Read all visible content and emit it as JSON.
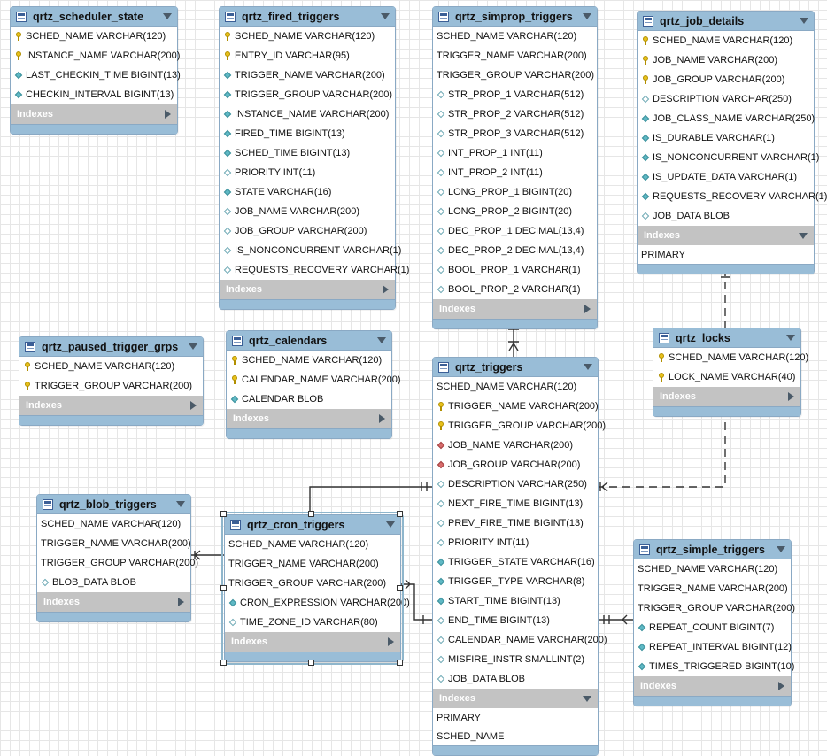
{
  "diagram": {
    "tables": [
      {
        "id": "scheduler_state",
        "name": "qrtz_scheduler_state",
        "columns": [
          {
            "icon": "key",
            "text": "SCHED_NAME VARCHAR(120)"
          },
          {
            "icon": "key",
            "text": "INSTANCE_NAME VARCHAR(200)"
          },
          {
            "icon": "dia",
            "text": "LAST_CHECKIN_TIME BIGINT(13)"
          },
          {
            "icon": "dia",
            "text": "CHECKIN_INTERVAL BIGINT(13)"
          }
        ],
        "indexes_label": "Indexes",
        "index_arrow": "right",
        "index_items": []
      },
      {
        "id": "fired_triggers",
        "name": "qrtz_fired_triggers",
        "columns": [
          {
            "icon": "key",
            "text": "SCHED_NAME VARCHAR(120)"
          },
          {
            "icon": "key",
            "text": "ENTRY_ID VARCHAR(95)"
          },
          {
            "icon": "dia",
            "text": "TRIGGER_NAME VARCHAR(200)"
          },
          {
            "icon": "dia",
            "text": "TRIGGER_GROUP VARCHAR(200)"
          },
          {
            "icon": "dia",
            "text": "INSTANCE_NAME VARCHAR(200)"
          },
          {
            "icon": "dia",
            "text": "FIRED_TIME BIGINT(13)"
          },
          {
            "icon": "dia",
            "text": "SCHED_TIME BIGINT(13)"
          },
          {
            "icon": "hdia",
            "text": "PRIORITY INT(11)"
          },
          {
            "icon": "dia",
            "text": "STATE VARCHAR(16)"
          },
          {
            "icon": "hdia",
            "text": "JOB_NAME VARCHAR(200)"
          },
          {
            "icon": "hdia",
            "text": "JOB_GROUP VARCHAR(200)"
          },
          {
            "icon": "hdia",
            "text": "IS_NONCONCURRENT VARCHAR(1)"
          },
          {
            "icon": "hdia",
            "text": "REQUESTS_RECOVERY VARCHAR(1)"
          }
        ],
        "indexes_label": "Indexes",
        "index_arrow": "right",
        "index_items": []
      },
      {
        "id": "simprop_triggers",
        "name": "qrtz_simprop_triggers",
        "columns": [
          {
            "icon": "none",
            "text": "SCHED_NAME VARCHAR(120)"
          },
          {
            "icon": "none",
            "text": "TRIGGER_NAME VARCHAR(200)"
          },
          {
            "icon": "none",
            "text": "TRIGGER_GROUP VARCHAR(200)"
          },
          {
            "icon": "hdia",
            "text": "STR_PROP_1 VARCHAR(512)"
          },
          {
            "icon": "hdia",
            "text": "STR_PROP_2 VARCHAR(512)"
          },
          {
            "icon": "hdia",
            "text": "STR_PROP_3 VARCHAR(512)"
          },
          {
            "icon": "hdia",
            "text": "INT_PROP_1 INT(11)"
          },
          {
            "icon": "hdia",
            "text": "INT_PROP_2 INT(11)"
          },
          {
            "icon": "hdia",
            "text": "LONG_PROP_1 BIGINT(20)"
          },
          {
            "icon": "hdia",
            "text": "LONG_PROP_2 BIGINT(20)"
          },
          {
            "icon": "hdia",
            "text": "DEC_PROP_1 DECIMAL(13,4)"
          },
          {
            "icon": "hdia",
            "text": "DEC_PROP_2 DECIMAL(13,4)"
          },
          {
            "icon": "hdia",
            "text": "BOOL_PROP_1 VARCHAR(1)"
          },
          {
            "icon": "hdia",
            "text": "BOOL_PROP_2 VARCHAR(1)"
          }
        ],
        "indexes_label": "Indexes",
        "index_arrow": "right",
        "index_items": []
      },
      {
        "id": "job_details",
        "name": "qrtz_job_details",
        "columns": [
          {
            "icon": "key",
            "text": "SCHED_NAME VARCHAR(120)"
          },
          {
            "icon": "key",
            "text": "JOB_NAME VARCHAR(200)"
          },
          {
            "icon": "key",
            "text": "JOB_GROUP VARCHAR(200)"
          },
          {
            "icon": "hdia",
            "text": "DESCRIPTION VARCHAR(250)"
          },
          {
            "icon": "dia",
            "text": "JOB_CLASS_NAME VARCHAR(250)"
          },
          {
            "icon": "dia",
            "text": "IS_DURABLE VARCHAR(1)"
          },
          {
            "icon": "dia",
            "text": "IS_NONCONCURRENT VARCHAR(1)"
          },
          {
            "icon": "dia",
            "text": "IS_UPDATE_DATA VARCHAR(1)"
          },
          {
            "icon": "dia",
            "text": "REQUESTS_RECOVERY VARCHAR(1)"
          },
          {
            "icon": "hdia",
            "text": "JOB_DATA BLOB"
          }
        ],
        "indexes_label": "Indexes",
        "index_arrow": "down",
        "index_items": [
          "PRIMARY"
        ]
      },
      {
        "id": "paused_trigger_grps",
        "name": "qrtz_paused_trigger_grps",
        "columns": [
          {
            "icon": "key",
            "text": "SCHED_NAME VARCHAR(120)"
          },
          {
            "icon": "key",
            "text": "TRIGGER_GROUP VARCHAR(200)"
          }
        ],
        "indexes_label": "Indexes",
        "index_arrow": "right",
        "index_items": []
      },
      {
        "id": "calendars",
        "name": "qrtz_calendars",
        "columns": [
          {
            "icon": "key",
            "text": "SCHED_NAME VARCHAR(120)"
          },
          {
            "icon": "key",
            "text": "CALENDAR_NAME VARCHAR(200)"
          },
          {
            "icon": "dia",
            "text": "CALENDAR BLOB"
          }
        ],
        "indexes_label": "Indexes",
        "index_arrow": "right",
        "index_items": []
      },
      {
        "id": "locks",
        "name": "qrtz_locks",
        "columns": [
          {
            "icon": "key",
            "text": "SCHED_NAME VARCHAR(120)"
          },
          {
            "icon": "key",
            "text": "LOCK_NAME VARCHAR(40)"
          }
        ],
        "indexes_label": "Indexes",
        "index_arrow": "right",
        "index_items": []
      },
      {
        "id": "triggers",
        "name": "qrtz_triggers",
        "columns": [
          {
            "icon": "none",
            "text": "SCHED_NAME VARCHAR(120)"
          },
          {
            "icon": "key",
            "text": "TRIGGER_NAME VARCHAR(200)"
          },
          {
            "icon": "key",
            "text": "TRIGGER_GROUP VARCHAR(200)"
          },
          {
            "icon": "rdia",
            "text": "JOB_NAME VARCHAR(200)"
          },
          {
            "icon": "rdia",
            "text": "JOB_GROUP VARCHAR(200)"
          },
          {
            "icon": "hdia",
            "text": "DESCRIPTION VARCHAR(250)"
          },
          {
            "icon": "hdia",
            "text": "NEXT_FIRE_TIME BIGINT(13)"
          },
          {
            "icon": "hdia",
            "text": "PREV_FIRE_TIME BIGINT(13)"
          },
          {
            "icon": "hdia",
            "text": "PRIORITY INT(11)"
          },
          {
            "icon": "dia",
            "text": "TRIGGER_STATE VARCHAR(16)"
          },
          {
            "icon": "dia",
            "text": "TRIGGER_TYPE VARCHAR(8)"
          },
          {
            "icon": "dia",
            "text": "START_TIME BIGINT(13)"
          },
          {
            "icon": "hdia",
            "text": "END_TIME BIGINT(13)"
          },
          {
            "icon": "hdia",
            "text": "CALENDAR_NAME VARCHAR(200)"
          },
          {
            "icon": "hdia",
            "text": "MISFIRE_INSTR SMALLINT(2)"
          },
          {
            "icon": "hdia",
            "text": "JOB_DATA BLOB"
          }
        ],
        "indexes_label": "Indexes",
        "index_arrow": "down",
        "index_items": [
          "PRIMARY",
          "SCHED_NAME"
        ]
      },
      {
        "id": "blob_triggers",
        "name": "qrtz_blob_triggers",
        "columns": [
          {
            "icon": "none",
            "text": "SCHED_NAME VARCHAR(120)"
          },
          {
            "icon": "none",
            "text": "TRIGGER_NAME VARCHAR(200)"
          },
          {
            "icon": "none",
            "text": "TRIGGER_GROUP VARCHAR(200)"
          },
          {
            "icon": "hdia",
            "text": "BLOB_DATA BLOB"
          }
        ],
        "indexes_label": "Indexes",
        "index_arrow": "right",
        "index_items": []
      },
      {
        "id": "cron_triggers",
        "name": "qrtz_cron_triggers",
        "columns": [
          {
            "icon": "none",
            "text": "SCHED_NAME VARCHAR(120)"
          },
          {
            "icon": "none",
            "text": "TRIGGER_NAME VARCHAR(200)"
          },
          {
            "icon": "none",
            "text": "TRIGGER_GROUP VARCHAR(200)"
          },
          {
            "icon": "dia",
            "text": "CRON_EXPRESSION VARCHAR(200)"
          },
          {
            "icon": "hdia",
            "text": "TIME_ZONE_ID VARCHAR(80)"
          }
        ],
        "indexes_label": "Indexes",
        "index_arrow": "right",
        "index_items": []
      },
      {
        "id": "simple_triggers",
        "name": "qrtz_simple_triggers",
        "columns": [
          {
            "icon": "none",
            "text": "SCHED_NAME VARCHAR(120)"
          },
          {
            "icon": "none",
            "text": "TRIGGER_NAME VARCHAR(200)"
          },
          {
            "icon": "none",
            "text": "TRIGGER_GROUP VARCHAR(200)"
          },
          {
            "icon": "dia",
            "text": "REPEAT_COUNT BIGINT(7)"
          },
          {
            "icon": "dia",
            "text": "REPEAT_INTERVAL BIGINT(12)"
          },
          {
            "icon": "dia",
            "text": "TIMES_TRIGGERED BIGINT(10)"
          }
        ],
        "indexes_label": "Indexes",
        "index_arrow": "right",
        "index_items": []
      }
    ],
    "relationships": [
      {
        "from": "simprop_triggers",
        "to": "triggers",
        "style": "solid"
      },
      {
        "from": "job_details",
        "to": "locks",
        "style": "dashed"
      },
      {
        "from": "locks",
        "to": "triggers",
        "style": "dashed"
      },
      {
        "from": "blob_triggers",
        "to": "cron_triggers",
        "style": "solid"
      },
      {
        "from": "cron_triggers",
        "to": "triggers",
        "style": "solid"
      },
      {
        "from": "simple_triggers",
        "to": "triggers",
        "style": "solid"
      }
    ],
    "selected_table": "cron_triggers",
    "colors": {
      "header": "#99bdd7",
      "index_bar": "#c3c3c3",
      "key_icon": "#e8c11b",
      "fk_icon": "#d76b6b",
      "column_icon": "#5fb8c4"
    }
  }
}
